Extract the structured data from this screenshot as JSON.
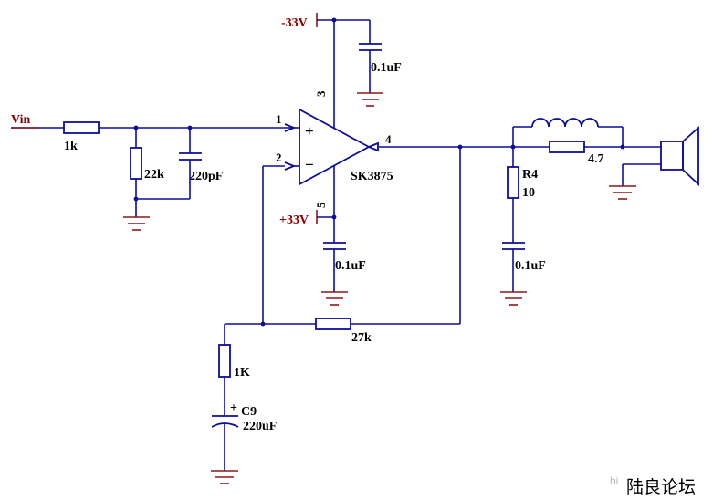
{
  "labels": {
    "vin": "Vin",
    "r_in": "1k",
    "r_bias": "22k",
    "c_in": "220pF",
    "neg_supply": "-33V",
    "pos_supply": "+33V",
    "c_neg": "0.1uF",
    "c_pos": "0.1uF",
    "amp": "SK3875",
    "pin1": "1",
    "pin2": "2",
    "pin3": "3",
    "pin4": "4",
    "pin5": "5",
    "r_fb": "27k",
    "r_gnd": "1K",
    "c9_ref": "C9",
    "c9_val": "220uF",
    "c9_polarity": "+",
    "r4_ref": "R4",
    "r4_val": "10",
    "c_zobel": "0.1uF",
    "r_out": "4.7",
    "opamp_plus": "+",
    "opamp_minus": "−"
  },
  "watermark": {
    "latin": "hi",
    "cjk": "陆良论坛"
  },
  "colors": {
    "wire": "#0d0d9a",
    "ground": "#8b1a1a",
    "text": "#000000",
    "input_label": "#8b0000"
  }
}
